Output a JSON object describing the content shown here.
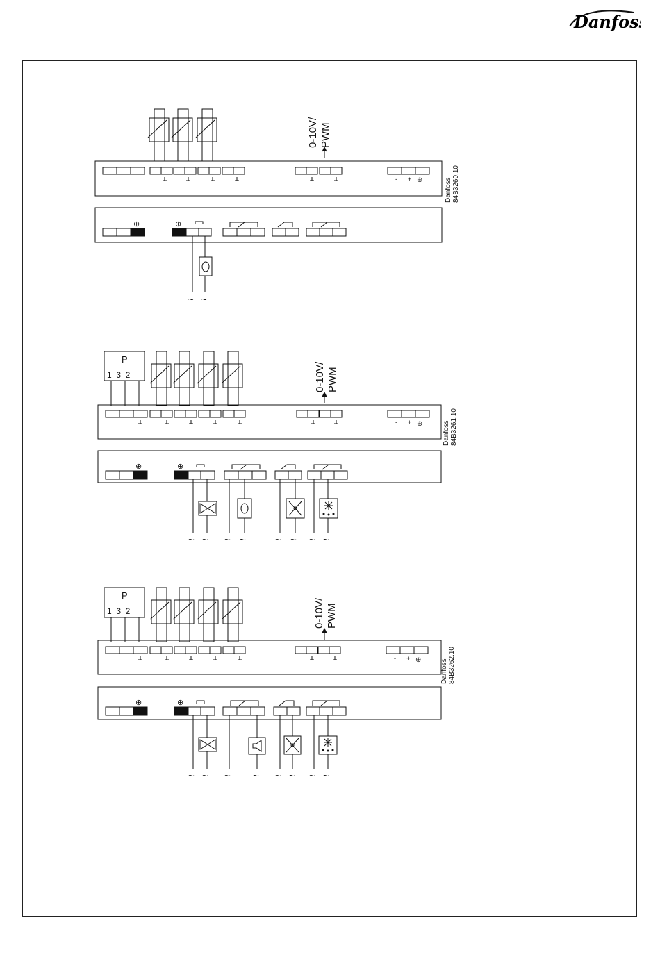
{
  "brand": {
    "logo_text": "Danfoss"
  },
  "diagrams": [
    {
      "id": "84B3260",
      "code_vendor": "Danfoss",
      "code_number": "84B3260.10",
      "output_label_1": "0-10V/",
      "output_label_2": "PWM",
      "ground_symbol": "⊕",
      "power_symbol": "~"
    },
    {
      "id": "84B3261",
      "code_vendor": "Danfoss",
      "code_number": "84B3261.10",
      "output_label_1": "0-10V/",
      "output_label_2": "PWM",
      "ground_symbol": "⊕",
      "power_symbol": "~",
      "pressure": {
        "label": "P",
        "pins": "1  3  2"
      }
    },
    {
      "id": "84B3262",
      "code_vendor": "Danfoss",
      "code_number": "84B3262.10",
      "output_label_1": "0-10V/",
      "output_label_2": "PWM",
      "ground_symbol": "⊕",
      "power_symbol": "~",
      "pressure": {
        "label": "P",
        "pins": "1  3  2"
      }
    }
  ],
  "terminal_signs": {
    "minus": "-",
    "plus": "+"
  },
  "icons": [
    "danfoss-logo",
    "thermistor-icon",
    "compressor-icon",
    "valve-icon",
    "fan-icon",
    "defrost-icon",
    "alarm-horn-icon",
    "ground-icon",
    "ac-power-icon"
  ]
}
